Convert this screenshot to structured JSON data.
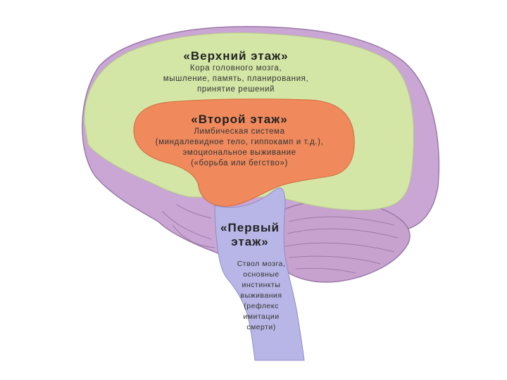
{
  "top_floor": {
    "title": "«Верхний этаж»",
    "lines": [
      "Кора головного мозга,",
      "мышление, память, планирования,",
      "принятие решений"
    ]
  },
  "second_floor": {
    "title": "«Второй этаж»",
    "lines": [
      "Лимбическая система",
      "(миндалевидное тело, гиппокамп и т.д.),",
      "эмоциональное выживание",
      "(«борьба или бегство»)"
    ]
  },
  "first_floor": {
    "title_lines": [
      "«Первый",
      "этаж»"
    ],
    "lines": [
      "Ствол мозга,",
      "основные",
      "инстинкты",
      "выживания",
      "(рефлекс",
      "имитации",
      "смерти)"
    ]
  },
  "colors": {
    "brain_outline": "#c9a6d3",
    "cortex": "#d4e6a6",
    "limbic": "#f08a5d",
    "brainstem": "#b8b6e6",
    "cerebellum": "#c8a2cf"
  }
}
